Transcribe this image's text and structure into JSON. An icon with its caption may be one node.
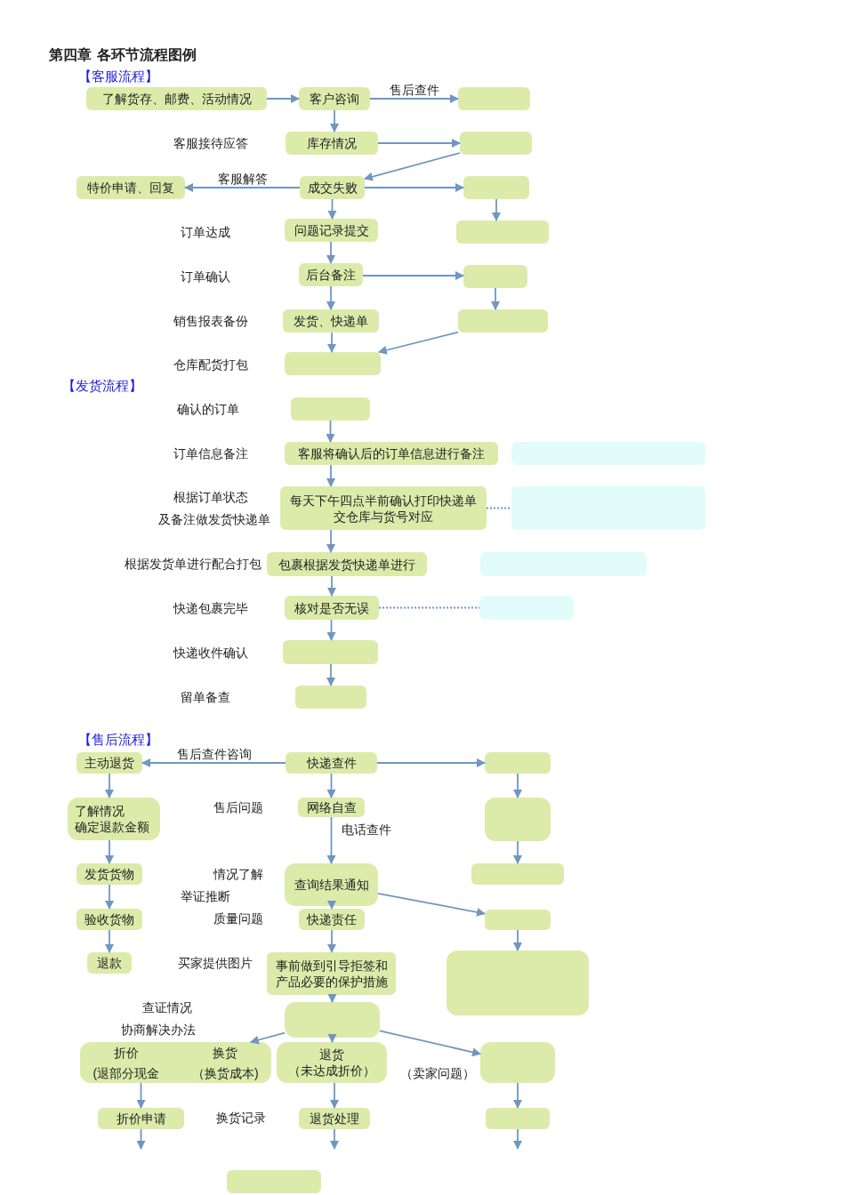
{
  "diagram": {
    "title": "第四章  各环节流程图例",
    "nodes": [
      {
        "text": [
          "了解货存、邮费、活动情况"
        ]
      },
      {
        "text": [
          "客户咨询"
        ]
      },
      {
        "text": [],
        "shape": "box"
      },
      {
        "text": [
          "库存情况"
        ]
      },
      {
        "text": [],
        "shape": "box"
      },
      {
        "text": [
          "特价申请、回复"
        ]
      },
      {
        "text": [
          "成交失败"
        ]
      },
      {
        "text": [],
        "shape": "box"
      },
      {
        "text": [
          "问题记录提交"
        ]
      },
      {
        "text": [],
        "shape": "box"
      },
      {
        "text": [
          "后台备注"
        ]
      },
      {
        "text": [],
        "shape": "box"
      },
      {
        "text": [
          "发货、快递单"
        ]
      },
      {
        "text": [],
        "shape": "box"
      },
      {
        "text": [],
        "shape": "box"
      },
      {
        "text": [],
        "shape": "box"
      },
      {
        "text": [
          "客服将确认后的订单信息进行备注"
        ]
      },
      {
        "text": [],
        "shape": "box"
      },
      {
        "text": [
          "每天下午四点半前确认打印快递单",
          "交仓库与货号对应"
        ]
      },
      {
        "text": [],
        "shape": "box"
      },
      {
        "text": [
          "包裹根据发货快递单进行"
        ]
      },
      {
        "text": [],
        "shape": "box"
      },
      {
        "text": [
          "核对是否无误"
        ]
      },
      {
        "text": [],
        "shape": "box"
      },
      {
        "text": [],
        "shape": "box"
      },
      {
        "text": [],
        "shape": "box"
      },
      {
        "text": [
          "主动退货"
        ]
      },
      {
        "text": [
          "快递查件"
        ]
      },
      {
        "text": [],
        "shape": "box"
      },
      {
        "text": [
          "了解情况",
          "确定退款金额"
        ]
      },
      {
        "text": [
          "网络自查"
        ]
      },
      {
        "text": [],
        "shape": "box"
      },
      {
        "text": [
          "查询结果通知"
        ]
      },
      {
        "text": [],
        "shape": "box"
      },
      {
        "text": [
          "发货货物"
        ]
      },
      {
        "text": [
          "验收货物"
        ]
      },
      {
        "text": [
          "快递责任"
        ]
      },
      {
        "text": [],
        "shape": "box"
      },
      {
        "text": [
          "退款"
        ]
      },
      {
        "text": [
          "事前做到引导拒签和产品必要的保护措施"
        ]
      },
      {
        "text": [],
        "shape": "box"
      },
      {
        "text": [],
        "shape": "box"
      },
      {
        "text": [
          "折价",
          "换货",
          "(退部分现金",
          "（换货成本)"
        ]
      },
      {
        "text": [
          "退货",
          "（未达成折价）"
        ]
      },
      {
        "text": [],
        "shape": "box",
        "beside": [
          "（卖家问题）"
        ]
      },
      {
        "text": [
          "折价申请"
        ]
      },
      {
        "text": [
          "退货处理"
        ]
      },
      {
        "text": [],
        "shape": "box"
      },
      {
        "text": [],
        "shape": "box"
      }
    ],
    "edges": [
      {
        "from": 0,
        "to": 1,
        "arrow": "to"
      },
      {
        "from": 1,
        "to": 2,
        "arrow": "to",
        "label": "售后查件"
      },
      {
        "from": 1,
        "to": 3,
        "arrow": "to"
      },
      {
        "from": 3,
        "to": 4,
        "arrow": "to"
      },
      {
        "from": 4,
        "to": 6,
        "arrow": "to"
      },
      {
        "from": 6,
        "to": 5,
        "arrow": "to",
        "label": "客服解答"
      },
      {
        "from": 6,
        "to": 7,
        "arrow": "to"
      },
      {
        "from": 6,
        "to": 8,
        "arrow": "to"
      },
      {
        "from": 7,
        "to": 9,
        "arrow": "to"
      },
      {
        "from": 8,
        "to": 10,
        "arrow": "to"
      },
      {
        "from": 10,
        "to": 11,
        "arrow": "to"
      },
      {
        "from": 11,
        "to": 13,
        "arrow": "to"
      },
      {
        "from": 10,
        "to": 12,
        "arrow": "to"
      },
      {
        "from": 12,
        "to": 14,
        "arrow": "to"
      },
      {
        "from": 13,
        "to": 14,
        "arrow": "to"
      },
      {
        "from": 15,
        "to": 16,
        "arrow": "to"
      },
      {
        "from": 16,
        "to": 18,
        "arrow": "to"
      },
      {
        "from": 18,
        "to": 20,
        "arrow": "to"
      },
      {
        "from": 20,
        "to": 22,
        "arrow": "to"
      },
      {
        "from": 22,
        "to": 24,
        "arrow": "to"
      },
      {
        "from": 24,
        "to": 25,
        "arrow": "to"
      },
      {
        "from": 18,
        "to": 19,
        "arrow": "none",
        "style": "dashed"
      },
      {
        "from": 22,
        "to": 23,
        "arrow": "none",
        "style": "dashed"
      },
      {
        "from": 27,
        "to": 26,
        "arrow": "to",
        "label": "售后查件咨询"
      },
      {
        "from": 27,
        "to": 28,
        "arrow": "to"
      },
      {
        "from": 26,
        "to": 29,
        "arrow": "to"
      },
      {
        "from": 28,
        "to": 31,
        "arrow": "to"
      },
      {
        "from": 27,
        "to": 30,
        "arrow": "to"
      },
      {
        "from": 29,
        "to": 34,
        "arrow": "to"
      },
      {
        "from": 31,
        "to": 33,
        "arrow": "to"
      },
      {
        "from": 30,
        "to": 32,
        "arrow": "to"
      },
      {
        "from": 34,
        "to": 35,
        "arrow": "to"
      },
      {
        "from": 35,
        "to": 38,
        "arrow": "to"
      },
      {
        "from": 32,
        "to": 36,
        "arrow": "to"
      },
      {
        "from": 32,
        "to": 37,
        "arrow": "to"
      },
      {
        "from": 37,
        "to": 40,
        "arrow": "to"
      },
      {
        "from": 36,
        "to": 39,
        "arrow": "to"
      },
      {
        "from": 39,
        "to": 41,
        "arrow": "to"
      },
      {
        "from": 41,
        "to": 42,
        "arrow": "to"
      },
      {
        "from": 41,
        "to": 43,
        "arrow": "to"
      },
      {
        "from": 41,
        "to": 44,
        "arrow": "to"
      },
      {
        "from": 42,
        "to": 45,
        "arrow": "to"
      },
      {
        "from": 43,
        "to": 46,
        "arrow": "to"
      },
      {
        "from": 44,
        "to": 47,
        "arrow": "to"
      },
      {
        "from": 45,
        "to": null,
        "arrow": "to"
      },
      {
        "from": 46,
        "to": null,
        "arrow": "to"
      },
      {
        "from": 47,
        "to": null,
        "arrow": "to"
      }
    ],
    "labels": [
      "【客服流程】",
      "客服接待应答",
      "订单达成",
      "订单确认",
      "销售报表备份",
      "仓库配货打包",
      "【发货流程】",
      "确认的订单",
      "订单信息备注",
      "根据订单状态",
      "及备注做发货快递单",
      "根据发货单进行配合打包",
      "快递包裹完毕",
      "快递收件确认",
      "留单备查",
      "【售后流程】",
      "售后问题",
      "电话查件",
      "情况了解",
      "举证推断",
      "质量问题",
      "买家提供图片",
      "查证情况",
      "协商解决办法",
      "换货记录"
    ]
  }
}
